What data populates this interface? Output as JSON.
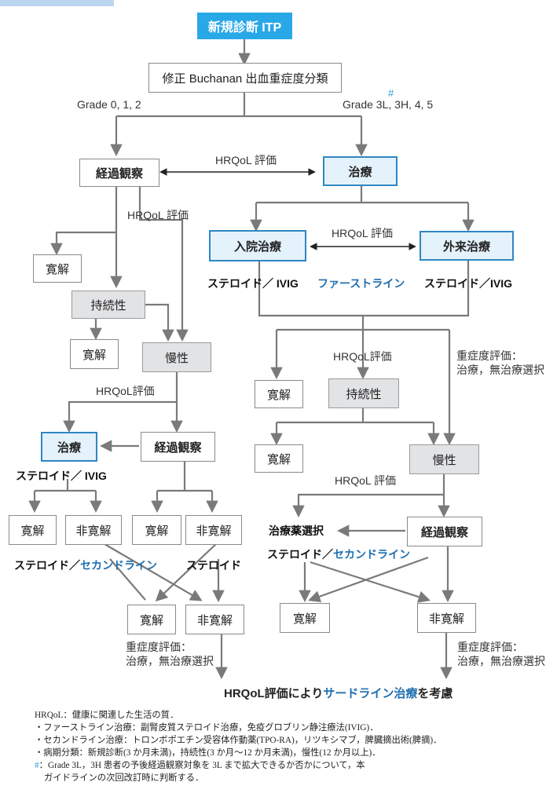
{
  "nodes": {
    "start": "新規診断 ITP",
    "classification": "修正 Buchanan 出血重症度分類",
    "observation_1": "経過観察",
    "treatment_1": "治療",
    "remission_1": "寛解",
    "persistent_1": "持続性",
    "remission_2": "寛解",
    "chronic_1": "慢性",
    "inpatient": "入院治療",
    "outpatient": "外来治療",
    "remission_3": "寛解",
    "persistent_2": "持続性",
    "remission_4": "寛解",
    "chronic_2": "慢性",
    "treatment_2": "治療",
    "observation_2": "経過観察",
    "remission_5": "寛解",
    "nonremission_1": "非寛解",
    "remission_6": "寛解",
    "nonremission_2": "非寛解",
    "remission_7": "寛解",
    "nonremission_3": "非寛解",
    "observation_3": "経過観察",
    "remission_8": "寛解",
    "nonremission_4": "非寛解"
  },
  "labels": {
    "grade_low": "Grade 0, 1, 2",
    "grade_high": "Grade 3L, 3H, 4, 5",
    "grade_hash": "#",
    "hrqol_1": "HRQoL 評価",
    "hrqol_2": "HRQoL 評価",
    "hrqol_3": "HRQoL 評価",
    "hrqol_4": "HRQoL評価",
    "hrqol_5": "HRQoL評価",
    "hrqol_6": "HRQoL 評価",
    "steroid_ivig_left": "ステロイド／ IVIG",
    "first_line": "ファーストライン",
    "steroid_ivig_right": "ステロイド／IVIG",
    "severity_1_a": "重症度評価：",
    "severity_1_b": "治療，無治療選択",
    "steroid_ivig_mid": "ステロイド／ IVIG",
    "steroid_prefix_1": "ステロイド／",
    "second_line_1": "セカンドライン",
    "steroid_only": "ステロイド",
    "severity_2_a": "重症度評価：",
    "severity_2_b": "治療，無治療選択",
    "drug_selection": "治療薬選択",
    "steroid_prefix_2": "ステロイド／",
    "second_line_2": "セカンドライン",
    "severity_3_a": "重症度評価：",
    "severity_3_b": "治療，無治療選択",
    "final_prefix": "HRQoL評価により",
    "final_blue": "サードライン治療",
    "final_suffix": "を考慮"
  },
  "notes": {
    "line1": "HRQoL：健康に関連した生活の質．",
    "line2": "・ファーストライン治療：副腎皮質ステロイド治療，免疫グロブリン静注療法(IVIG)．",
    "line3": "・セカンドライン治療：トロンボポエチン受容体作動薬(TPO-RA)，リツキシマブ，脾臓摘出術(脾摘)．",
    "line4": "・病期分類：新規診断(3 か月未満)，持続性(3 か月〜12 か月未満)，慢性(12 か月以上)．",
    "line5_mark": "#",
    "line5": "：Grade 3L，3H 患者の予後経過観察対象を 3L まで拡大できるか否かについて，本",
    "line6": "ガイドラインの次回改訂時に判断する．"
  },
  "colors": {
    "start_fill": "#29a8e8",
    "treatment_border": "#2f86c4",
    "treatment_fill": "#e4f2fb",
    "gray_fill": "#e2e3e5",
    "arrow": "#7a7a7a",
    "accent_text": "#1f6fb0"
  }
}
